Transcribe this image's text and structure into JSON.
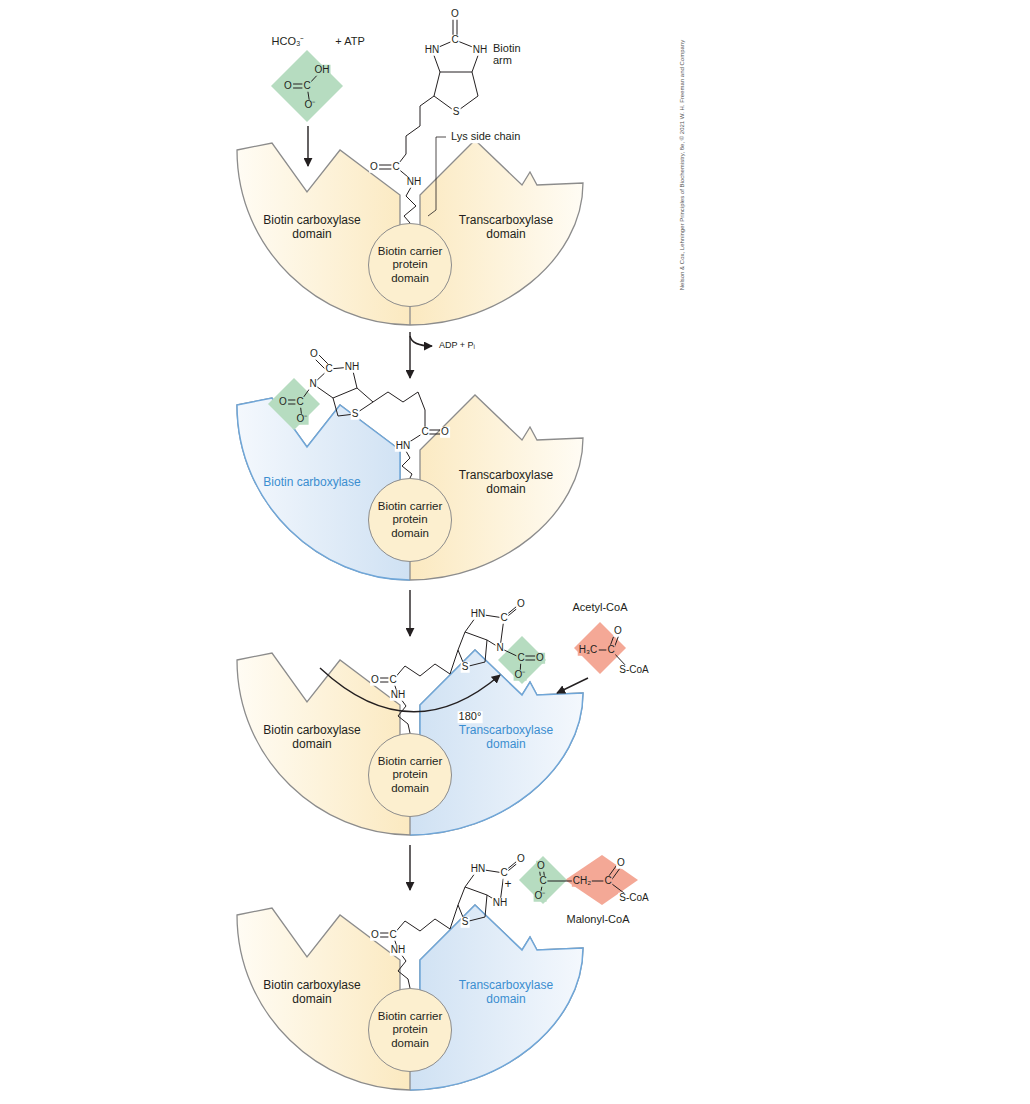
{
  "diagram": {
    "nodes": [
      {
        "text": [
          "Biotin carboxylase domain"
        ]
      },
      {
        "text": [
          "Transcarboxylase domain"
        ]
      },
      {
        "text": [
          "Biotin carrier protein domain"
        ]
      },
      {
        "text": [
          "Biotin carboxylase"
        ]
      },
      {
        "text": [
          "Transcarboxylase domain"
        ]
      },
      {
        "text": [
          "Biotin carrier protein domain"
        ]
      },
      {
        "text": [
          "Biotin carboxylase domain"
        ]
      },
      {
        "text": [
          "Transcarboxylase domain"
        ]
      },
      {
        "text": [
          "Biotin carrier protein domain"
        ]
      },
      {
        "text": [
          "Biotin carboxylase domain"
        ]
      },
      {
        "text": [
          "Transcarboxylase domain"
        ]
      },
      {
        "text": [
          "Biotin carrier protein domain"
        ]
      }
    ],
    "labels": [
      "HCO₃⁻",
      "+ ATP",
      "O",
      "C",
      "OH",
      "O⁻",
      "O",
      "C",
      "HN",
      "NH",
      "S",
      "O",
      "C",
      "NH",
      "Biotin arm",
      "Lys side chain",
      "ADP + Pᵢ",
      "O",
      "C",
      "NH",
      "N",
      "S",
      "O",
      "C",
      "O⁻",
      "C",
      "O",
      "HN",
      "Acetyl-CoA",
      "H₃C",
      "C",
      "O",
      "S-CoA",
      "HN",
      "C",
      "O",
      "N",
      "S",
      "C",
      "O",
      "O⁻",
      "O",
      "C",
      "NH",
      "180°",
      "HN",
      "C",
      "O",
      "NH",
      "S",
      "O",
      "C",
      "NH",
      "+",
      "O",
      "C",
      "O⁻",
      "CH₂",
      "C",
      "O",
      "S-CoA",
      "Malonyl-CoA",
      "Nelson & Cox, Lehninger Principles of Biochemistry, 8e, © 2021 W. H. Freeman and Company"
    ]
  }
}
